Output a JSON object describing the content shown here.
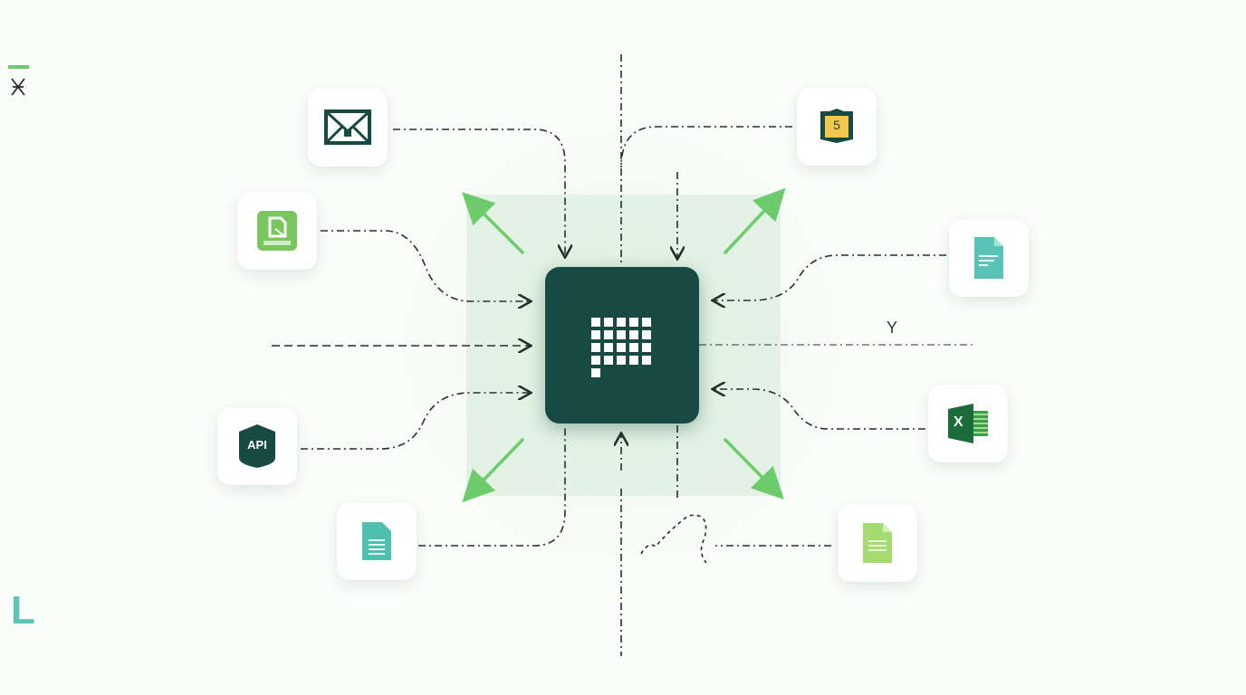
{
  "colors": {
    "hub": "#164a42",
    "accent_green": "#6ccb6a",
    "teal": "#5cc5b8",
    "dark_line": "#24302d"
  },
  "hub": {
    "icon": "grid-icon"
  },
  "sources": [
    {
      "name": "email",
      "icon": "envelope-icon"
    },
    {
      "name": "green-document",
      "icon": "file-image-icon"
    },
    {
      "name": "api",
      "icon": "api-shield-icon",
      "label": "API"
    },
    {
      "name": "teal-document-bottom-left",
      "icon": "document-icon"
    },
    {
      "name": "shield-badge",
      "icon": "shield-icon",
      "label": "5"
    },
    {
      "name": "teal-document-right",
      "icon": "document-icon"
    },
    {
      "name": "excel",
      "icon": "excel-icon",
      "label": "X"
    },
    {
      "name": "light-green-document",
      "icon": "document-icon"
    }
  ],
  "axis_labels": {
    "right": "Y"
  },
  "corner_mark": "L"
}
